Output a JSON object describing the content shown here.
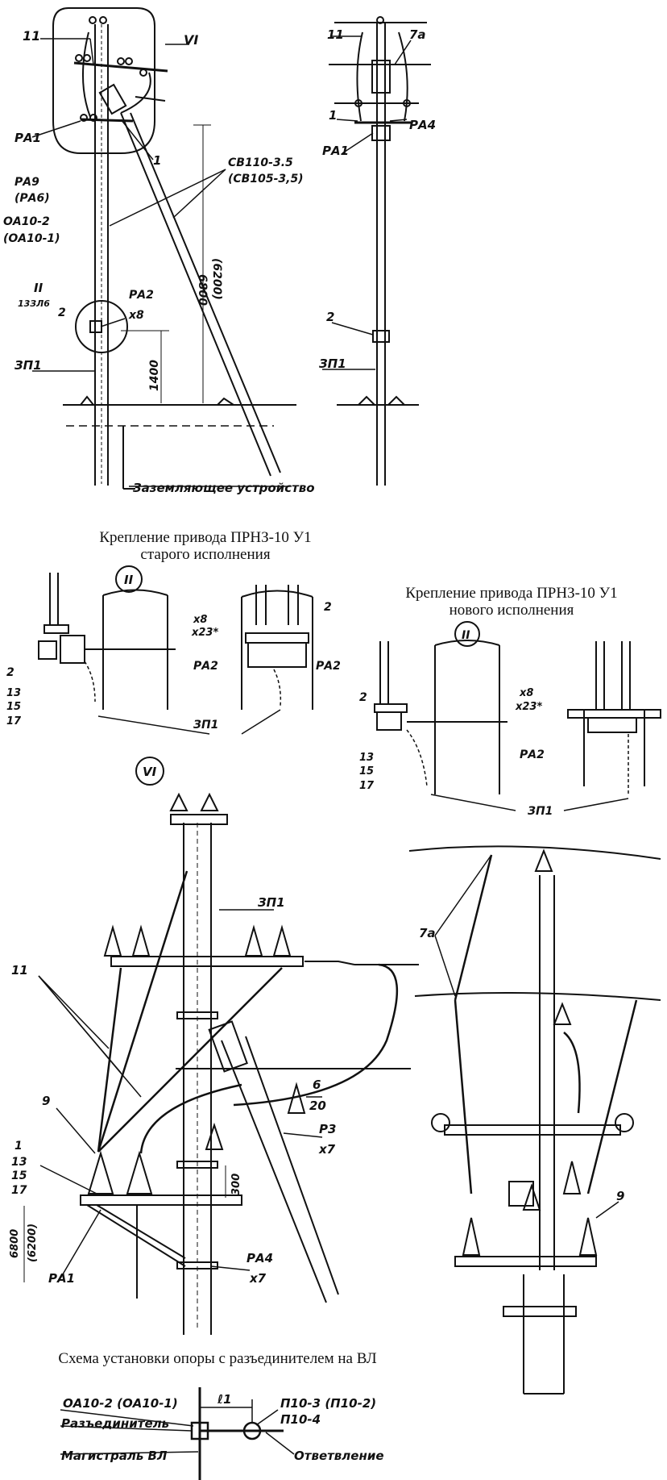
{
  "titles": {
    "old_mount": "Крепление привода ПРНЗ-10 У1",
    "old_mount_sub": "старого исполнения",
    "new_mount": "Крепление привода ПРНЗ-10 У1",
    "new_mount_sub": "нового исполнения",
    "scheme": "Схема установки опоры  с разъединителем на ВЛ"
  },
  "front_view": {
    "label_11": "11",
    "label_VI": "VI",
    "label_RA1": "РА1",
    "label_1": "1",
    "label_RA9": "РА9",
    "label_RA6": "(РА6)",
    "label_OA10_2": "ОА10-2",
    "label_OA10_1": "(ОА10-1)",
    "label_SV110": "СВ110-3.5",
    "label_SV105": "(СВ105-3,5)",
    "label_II": "II",
    "label_13zl": "13ЗЛ6",
    "label_2": "2",
    "label_RA2": "РА2",
    "label_x8": "x8",
    "label_ZP1": "ЗП1",
    "dim_1400": "1400",
    "dim_6800": "6800",
    "dim_6200": "(6200)",
    "ground_label": "Заземляющее устройство"
  },
  "side_view": {
    "label_11": "11",
    "label_7a": "7а",
    "label_1": "1",
    "label_RA4": "РА4",
    "label_RA1": "РА1",
    "label_2": "2",
    "label_ZP1": "ЗП1"
  },
  "old_detail": {
    "marker": "II",
    "label_x8": "x8",
    "label_x23": "x23*",
    "label_RA2_a": "РА2",
    "label_RA2_b": "РА2",
    "label_2a": "2",
    "label_2b": "2",
    "label_13": "13",
    "label_15": "15",
    "label_17": "17",
    "label_ZP1": "ЗП1"
  },
  "new_detail": {
    "marker": "II",
    "label_x8": "x8",
    "label_x23": "x23*",
    "label_RA2": "РА2",
    "label_2": "2",
    "label_13": "13",
    "label_15": "15",
    "label_17": "17",
    "label_ZP1": "ЗП1"
  },
  "detail_vi": {
    "marker": "VI",
    "label_ZP1": "ЗП1",
    "label_11": "11",
    "label_9": "9",
    "label_1": "1",
    "label_13": "13",
    "label_15": "15",
    "label_17": "17",
    "label_6": "6",
    "label_20": "20",
    "label_R3": "Р3",
    "label_x7a": "x7",
    "label_RA4": "РА4",
    "label_x7b": "x7",
    "label_RA1": "РА1",
    "dim_300": "300",
    "dim_6800": "6800",
    "dim_6200": "(6200)"
  },
  "detail_side": {
    "label_7a": "7а",
    "label_9": "9"
  },
  "scheme": {
    "label_OA": "ОА10-2 (ОА10-1)",
    "label_disconnector": "Разъединитель",
    "label_trunk": "Магистраль ВЛ",
    "label_l1": "ℓ1",
    "label_P10": "П10-3 (П10-2)",
    "label_P10_4": "П10-4",
    "label_branch": "Ответвление"
  }
}
